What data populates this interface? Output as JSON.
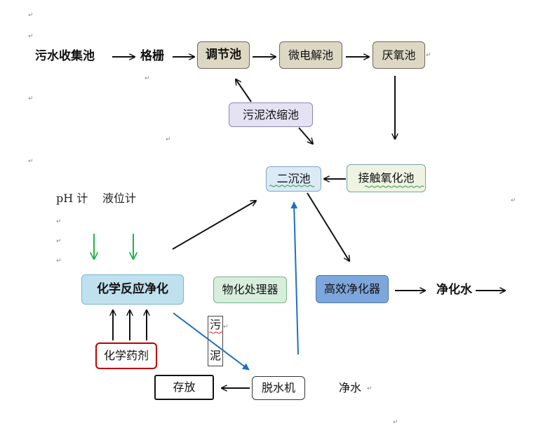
{
  "nodes": {
    "collection_pool": "污水收集池",
    "grille": "格栅",
    "regulating_pool": "调节池",
    "micro_electrolysis": "微电解池",
    "anaerobic_pool": "厌氧池",
    "sludge_thickener": "污泥浓缩池",
    "secondary_clarifier": "二沉池",
    "contact_oxidation": "接触氧化池",
    "ph_meter": "pH 计",
    "level_meter": "液位计",
    "chemical_reaction": "化学反应净化",
    "physchem_processor": "物化处理器",
    "high_efficiency_purifier": "高效净化器",
    "purified_water": "净化水",
    "chemical_agents": "化学药剂",
    "sludge_char_1": "污",
    "sludge_char_2": "泥",
    "dewatering_machine": "脱水机",
    "storage": "存放",
    "clean_water": "净水"
  },
  "return_mark": "↵",
  "colors": {
    "arrow_black": "#111111",
    "arrow_blue": "#1f6fbf",
    "arrow_green": "#22b24c",
    "regulating_fill": "#dcd8c4",
    "sludge_thickener_fill": "#e4e2f3",
    "clarifier_fill": "#dbeaf5",
    "contact_fill": "#eef3e2",
    "chemical_reaction_fill": "#bfe1ee",
    "physchem_fill": "#d8eedd",
    "purifier_fill": "#7da6dd",
    "agents_border": "#c00000"
  }
}
